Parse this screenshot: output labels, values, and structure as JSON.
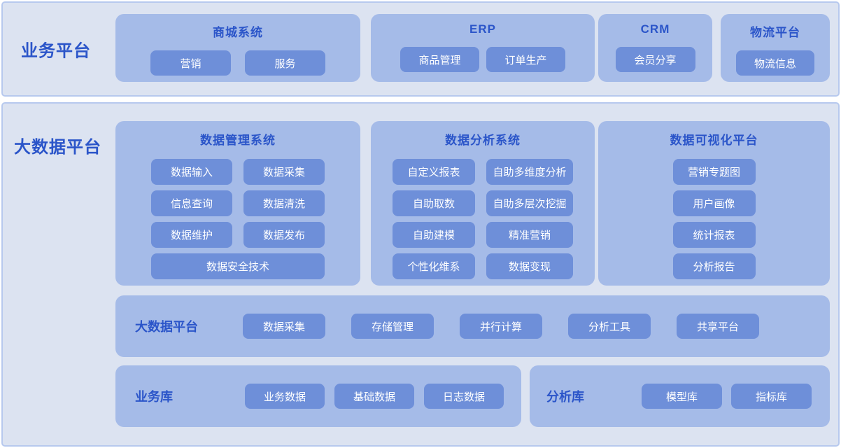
{
  "colors": {
    "page_bg": "#ffffff",
    "panel_bg": "#dce3f1",
    "panel_border": "#b7c9ee",
    "card_bg": "#a5bbe8",
    "button_bg": "#6e8fd9",
    "heading_text": "#2b55c9",
    "button_text": "#ffffff"
  },
  "business_platform": {
    "label": "业务平台",
    "cards": [
      {
        "title": "商城系统",
        "buttons": [
          "营销",
          "服务"
        ]
      },
      {
        "title": "ERP",
        "buttons": [
          "商品管理",
          "订单生产"
        ]
      },
      {
        "title": "CRM",
        "buttons": [
          "会员分享"
        ]
      },
      {
        "title": "物流平台",
        "buttons": [
          "物流信息"
        ]
      }
    ]
  },
  "bigdata_platform": {
    "label": "大数据平台",
    "systems": [
      {
        "title": "数据管理系统",
        "buttons": [
          "数据输入",
          "数据采集",
          "信息查询",
          "数据清洗",
          "数据维护",
          "数据发布"
        ],
        "wide_button": "数据安全技术"
      },
      {
        "title": "数据分析系统",
        "buttons": [
          "自定义报表",
          "自助多维度分析",
          "自助取数",
          "自助多层次挖掘",
          "自助建模",
          "精准营销",
          "个性化维系",
          "数据变现"
        ]
      },
      {
        "title": "数据可视化平台",
        "buttons": [
          "营销专题图",
          "用户画像",
          "统计报表",
          "分析报告"
        ]
      }
    ],
    "platform_row": {
      "label": "大数据平台",
      "buttons": [
        "数据采集",
        "存储管理",
        "并行计算",
        "分析工具",
        "共享平台"
      ]
    },
    "database_rows": [
      {
        "label": "业务库",
        "buttons": [
          "业务数据",
          "基础数据",
          "日志数据"
        ]
      },
      {
        "label": "分析库",
        "buttons": [
          "模型库",
          "指标库"
        ]
      }
    ]
  }
}
